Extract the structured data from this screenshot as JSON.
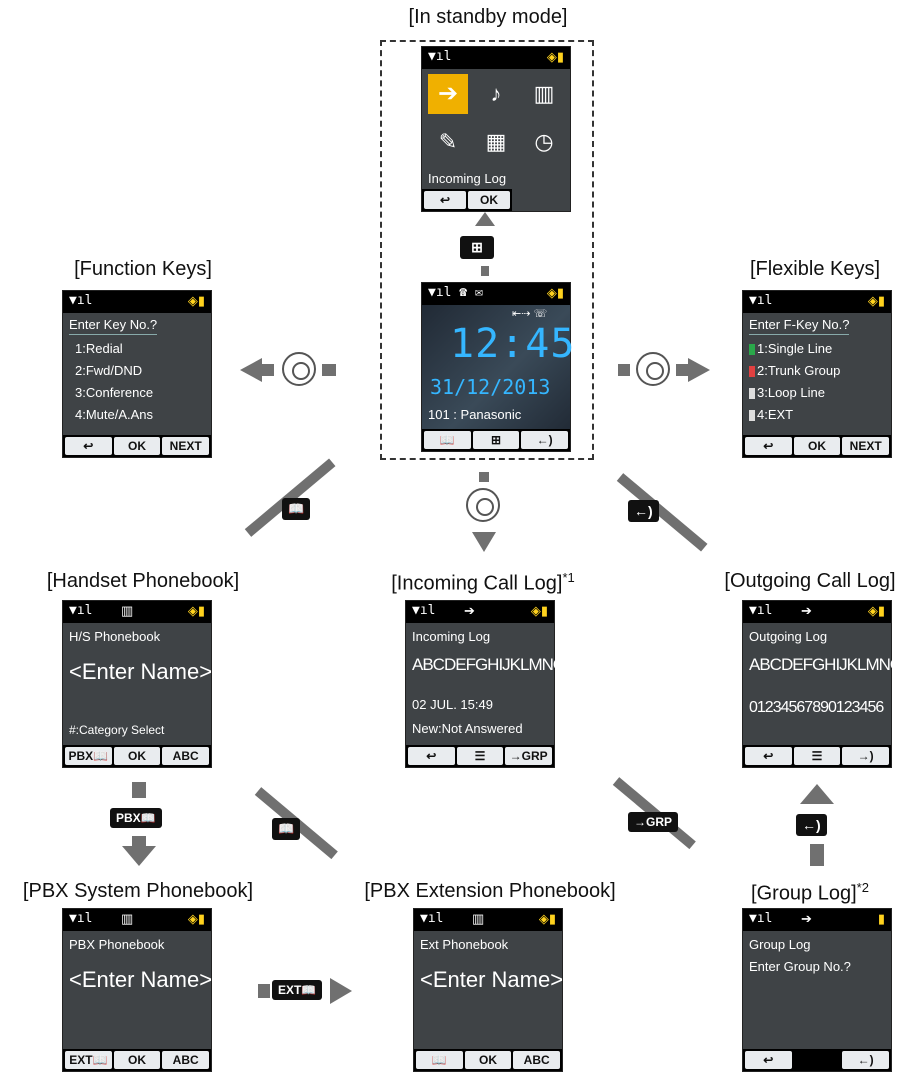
{
  "captions": {
    "standby": "[In standby mode]",
    "function_keys": "[Function Keys]",
    "flexible_keys": "[Flexible Keys]",
    "handset_phonebook": "[Handset Phonebook]",
    "incoming_call_log": "[Incoming Call Log]",
    "incoming_sup": "*1",
    "outgoing_call_log": "[Outgoing Call Log]",
    "pbx_system_phonebook": "[PBX System Phonebook]",
    "pbx_extension_phonebook": "[PBX Extension Phonebook]",
    "group_log": "[Group Log]",
    "group_sup": "*2"
  },
  "key_labels": {
    "phonebook": "📖",
    "outgoing": "←)",
    "grp": "→GRP",
    "pbx": "PBX📖",
    "ext": "EXT📖",
    "menu": "⊞"
  },
  "screens": {
    "menu": {
      "label": "Incoming Log",
      "softkeys": [
        "↩",
        "OK"
      ]
    },
    "standby": {
      "time": "12:45",
      "date": "31/12/2013",
      "name": "101 : Panasonic",
      "softkeys": [
        "📖",
        "⊞",
        "←)"
      ]
    },
    "function_keys": {
      "prompt": "Enter Key No.?",
      "items": [
        "1:Redial",
        "2:Fwd/DND",
        "3:Conference",
        "4:Mute/A.Ans"
      ],
      "softkeys": [
        "↩",
        "OK",
        "NEXT"
      ]
    },
    "flexible_keys": {
      "prompt": "Enter F-Key No.?",
      "items": [
        "1:Single Line",
        "2:Trunk Group",
        "3:Loop Line",
        "4:EXT"
      ],
      "softkeys": [
        "↩",
        "OK",
        "NEXT"
      ]
    },
    "handset_phonebook": {
      "title": "H/S Phonebook",
      "big": "<Enter Name>",
      "footer": "#:Category Select",
      "softkeys": [
        "PBX📖",
        "OK",
        "ABC"
      ]
    },
    "incoming_call_log": {
      "title": "Incoming Log",
      "big": "ABCDEFGHIJKLMNOP",
      "line1": "02 JUL. 15:49",
      "line2": "New:Not Answered",
      "softkeys": [
        "↩",
        "☰",
        "→GRP"
      ]
    },
    "outgoing_call_log": {
      "title": "Outgoing Log",
      "big": "ABCDEFGHIJKLMNOP",
      "line1": "01234567890123456",
      "softkeys": [
        "↩",
        "☰",
        "→)"
      ]
    },
    "pbx_system_phonebook": {
      "title": "PBX Phonebook",
      "big": "<Enter Name>",
      "softkeys": [
        "EXT📖",
        "OK",
        "ABC"
      ]
    },
    "pbx_extension_phonebook": {
      "title": "Ext Phonebook",
      "big": "<Enter Name>",
      "softkeys": [
        "📖",
        "OK",
        "ABC"
      ]
    },
    "group_log": {
      "title": "Group Log",
      "line1": "Enter Group No.?",
      "softkeys": [
        "↩",
        "",
        "←)"
      ]
    }
  },
  "colors": {
    "screen_bg": "#3f4346",
    "statusbar": "#000000",
    "softkey_bg": "#e9ecef",
    "arrow": "#707070",
    "time_blue": "#35b6ff",
    "accent_yellow": "#ffd21e"
  }
}
